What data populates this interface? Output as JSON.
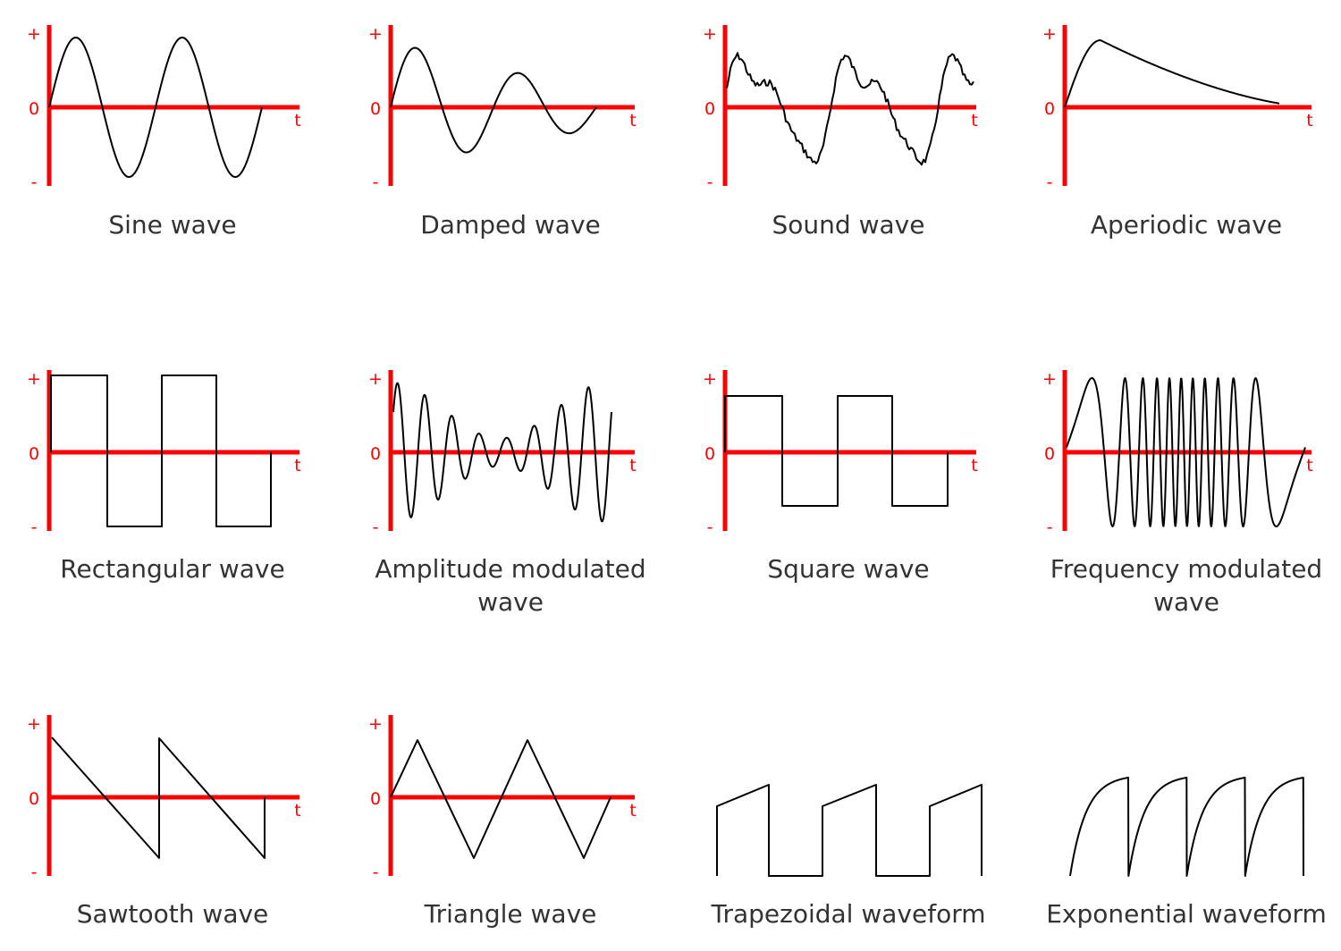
{
  "axis_labels": {
    "plus": "+",
    "zero": "0",
    "minus": "-",
    "time": "t"
  },
  "colors": {
    "axis": "#ff0000",
    "wave": "#000000",
    "title": "#333333"
  },
  "panels": [
    {
      "id": "sine",
      "title": [
        "Sine wave"
      ],
      "axes": true
    },
    {
      "id": "damped",
      "title": [
        "Damped wave"
      ],
      "axes": true
    },
    {
      "id": "sound",
      "title": [
        "Sound wave"
      ],
      "axes": true
    },
    {
      "id": "aperiodic",
      "title": [
        "Aperiodic wave"
      ],
      "axes": true
    },
    {
      "id": "rectangular",
      "title": [
        "Rectangular wave"
      ],
      "axes": true
    },
    {
      "id": "am",
      "title": [
        "Amplitude modulated",
        "wave"
      ],
      "axes": true
    },
    {
      "id": "square",
      "title": [
        "Square wave"
      ],
      "axes": true
    },
    {
      "id": "fm",
      "title": [
        "Frequency modulated",
        "wave"
      ],
      "axes": true
    },
    {
      "id": "sawtooth",
      "title": [
        "Sawtooth wave"
      ],
      "axes": true
    },
    {
      "id": "triangle",
      "title": [
        "Triangle wave"
      ],
      "axes": true
    },
    {
      "id": "trapezoidal",
      "title": [
        "Trapezoidal waveform"
      ],
      "axes": false
    },
    {
      "id": "exponential",
      "title": [
        "Exponential waveform"
      ],
      "axes": false
    }
  ]
}
